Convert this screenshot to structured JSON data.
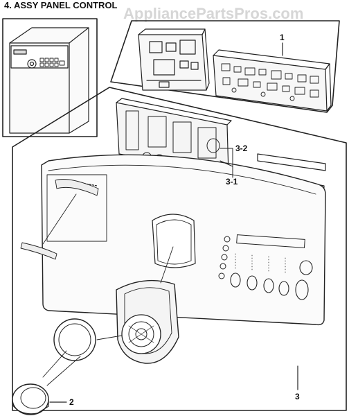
{
  "title": "4. ASSY PANEL CONTROL",
  "watermark": "AppliancePartsPros.com",
  "callouts": {
    "c1": "1",
    "c32": "3-2",
    "c31": "3-1",
    "c2": "2",
    "c3": "3"
  },
  "colors": {
    "line": "#222222",
    "watermark": "#d6d6d6"
  }
}
